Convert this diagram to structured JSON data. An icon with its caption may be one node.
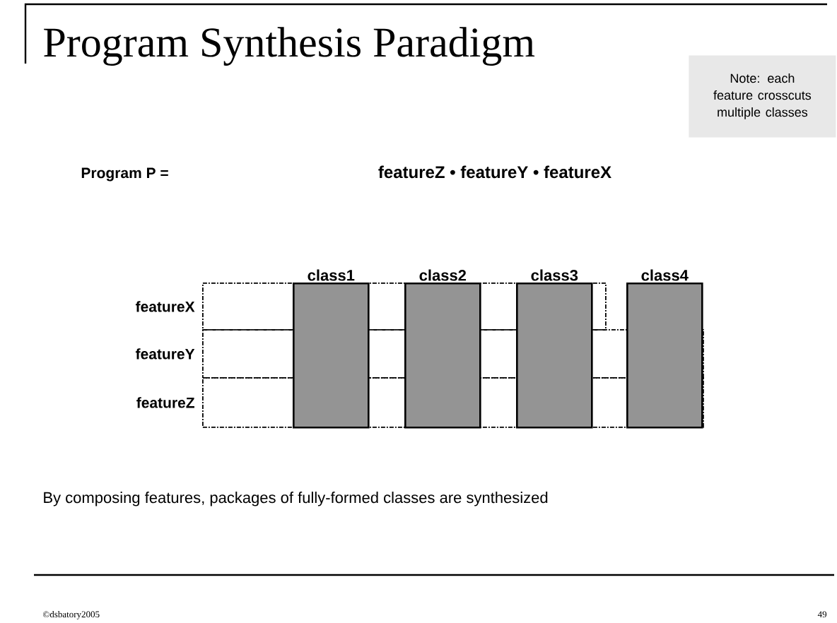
{
  "diagram": {
    "title": "Program Synthesis Paradigm",
    "nodes": [
      {
        "text": [
          "Note: each feature crosscuts multiple classes"
        ]
      },
      {
        "text": [
          "class1"
        ]
      },
      {
        "text": [
          "class2"
        ]
      },
      {
        "text": [
          "class3"
        ]
      },
      {
        "text": [
          "class4"
        ]
      },
      {
        "text": [
          "featureX"
        ]
      },
      {
        "text": [
          "featureY"
        ]
      },
      {
        "text": [
          "featureZ"
        ]
      }
    ],
    "labels": [
      "Program P =",
      "featureZ • featureY • featureX",
      "By composing features, packages of fully-formed classes are synthesized",
      "©dsbatory2005",
      "49"
    ]
  }
}
